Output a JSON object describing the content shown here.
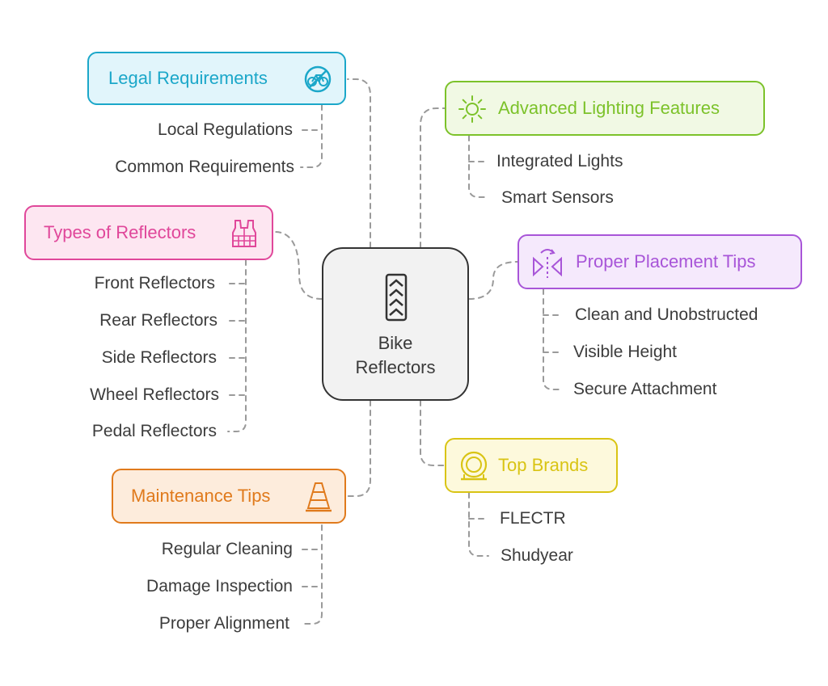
{
  "center": {
    "line1": "Bike",
    "line2": "Reflectors",
    "icon": "reflector-strip-icon"
  },
  "topics": {
    "legal": {
      "title": "Legal Requirements",
      "icon": "no-bike-icon",
      "color": "#1ba7c9",
      "bg": "#e1f5fb",
      "items": [
        "Local Regulations",
        "Common Requirements"
      ]
    },
    "types": {
      "title": "Types of Reflectors",
      "icon": "safety-vest-icon",
      "color": "#e0479a",
      "bg": "#fde6f1",
      "items": [
        "Front Reflectors",
        "Rear Reflectors",
        "Side Reflectors",
        "Wheel Reflectors",
        "Pedal Reflectors"
      ]
    },
    "maintenance": {
      "title": "Maintenance Tips",
      "icon": "traffic-cone-icon",
      "color": "#e07a1c",
      "bg": "#fdecdc",
      "items": [
        "Regular Cleaning",
        "Damage Inspection",
        "Proper Alignment"
      ]
    },
    "lighting": {
      "title": "Advanced Lighting Features",
      "icon": "sun-icon",
      "color": "#7cc22a",
      "bg": "#f1f9e4",
      "items": [
        "Integrated Lights",
        "Smart Sensors"
      ]
    },
    "placement": {
      "title": "Proper Placement Tips",
      "icon": "flip-icon",
      "color": "#a855d8",
      "bg": "#f5e9fc",
      "items": [
        "Clean and Unobstructed",
        "Visible Height",
        "Secure Attachment"
      ]
    },
    "brands": {
      "title": "Top Brands",
      "icon": "tire-icon",
      "color": "#d9c414",
      "bg": "#fdf9dc",
      "items": [
        "FLECTR",
        "Shudyear"
      ]
    }
  }
}
